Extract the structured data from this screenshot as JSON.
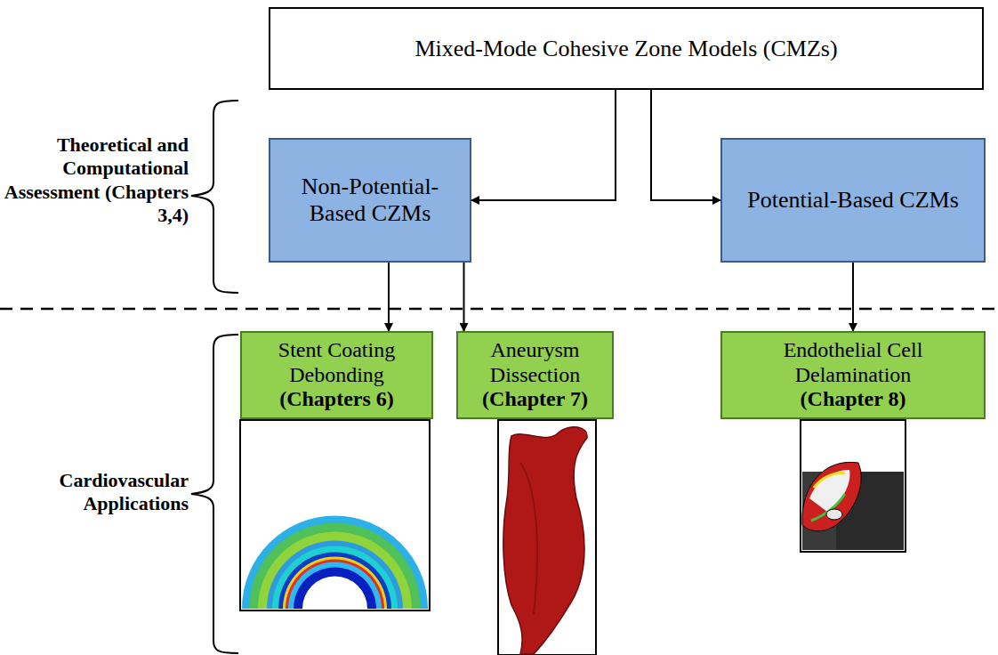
{
  "diagram": {
    "nodes": [
      {
        "text": [
          "Mixed-Mode Cohesive Zone Models (CMZs)"
        ]
      },
      {
        "text": [
          "Non-Potential-Based CZMs"
        ]
      },
      {
        "text": [
          "Potential-Based CZMs"
        ]
      },
      {
        "text": [
          "Stent Coating Debonding",
          "(Chapters 6)"
        ]
      },
      {
        "text": [
          "Aneurysm Dissection",
          "(Chapter 7)"
        ]
      },
      {
        "text": [
          "Endothelial Cell Delamination",
          "(Chapter 8)"
        ]
      }
    ],
    "edges": [
      {
        "from": 0,
        "to": 1,
        "arrow": "to"
      },
      {
        "from": 0,
        "to": 2,
        "arrow": "to"
      },
      {
        "from": 1,
        "to": 3,
        "arrow": "to"
      },
      {
        "from": 1,
        "to": 4,
        "arrow": "to"
      },
      {
        "from": 2,
        "to": 5,
        "arrow": "to"
      }
    ],
    "labels": [
      "Theoretical and Computational Assessment (Chapters 3,4)",
      "Cardiovascular Applications"
    ]
  }
}
